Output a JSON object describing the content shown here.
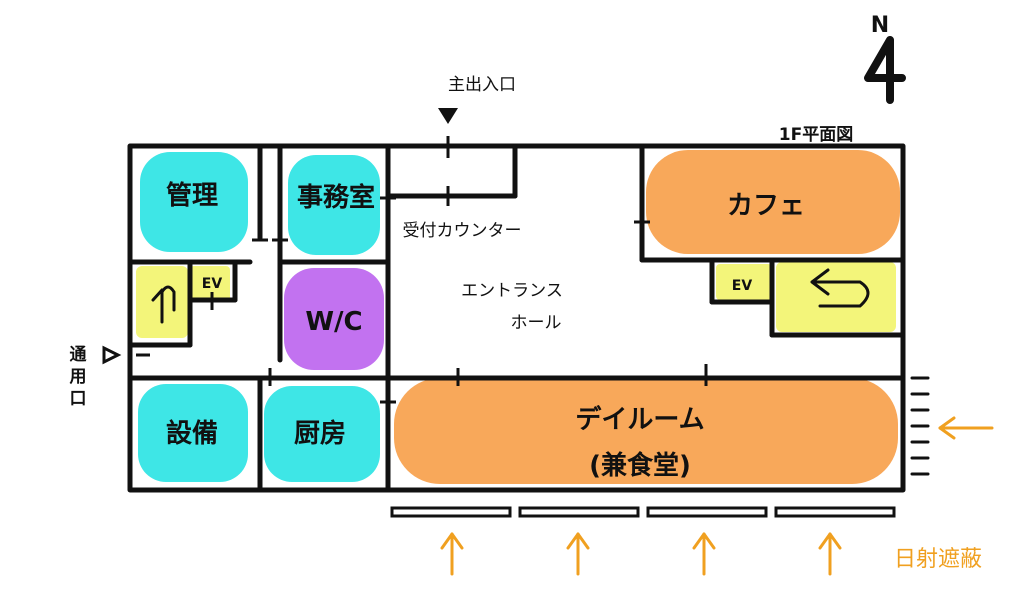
{
  "plan_title": "1F平面図",
  "north": {
    "letter": "N"
  },
  "entrance": {
    "main": "主出入口",
    "service": [
      "通",
      "用",
      "口"
    ]
  },
  "rooms": {
    "kanri": "管理",
    "jimushitsu": "事務室",
    "ev_left": "EV",
    "wc": "W/C",
    "setsubi": "設備",
    "chubo": "厨房",
    "counter": "受付カウンター",
    "hall_line1": "エントランス",
    "hall_line2": "ホール",
    "cafe": "カフェ",
    "ev_right": "EV",
    "dayroom_line1": "デイルーム",
    "dayroom_line2": "(兼食堂)"
  },
  "sunshade": "日射遮蔽",
  "colors": {
    "cyan": "#3ee6e6",
    "purple": "#c272f0",
    "yellow": "#f3f57a",
    "orange": "#f8a85a",
    "arrow": "#f0a020",
    "ink": "#111111"
  }
}
